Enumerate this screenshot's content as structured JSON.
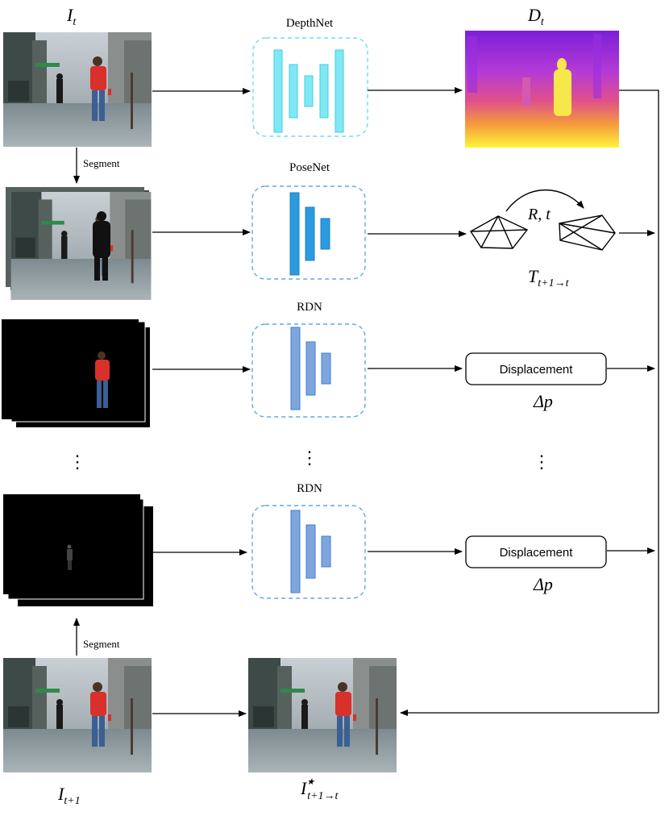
{
  "inputs": {
    "top_label": "I",
    "top_label_sub": "t",
    "bottom_label": "I",
    "bottom_label_sub": "t+1",
    "segment_down": "Segment",
    "segment_up": "Segment"
  },
  "networks": {
    "depth": "DepthNet",
    "pose": "PoseNet",
    "rdn1": "RDN",
    "rdn2": "RDN"
  },
  "outputs": {
    "depth_label": "D",
    "depth_label_sub": "t",
    "pose_rt": "R, t",
    "pose_T": "T",
    "pose_T_sub": "t+1→t",
    "displacement1": "Displacement",
    "delta_p1": "Δp",
    "displacement2": "Displacement",
    "delta_p2": "Δp",
    "result_label": "I",
    "result_star": "★",
    "result_sub": "t+1→t"
  },
  "ellipsis": "⋮",
  "colors": {
    "depthnet": "#7fe8f4",
    "depthnet_border": "#3fcfe0",
    "posenet": "#2b9be0",
    "posenet_border": "#1c7fc0",
    "rdn": "#7fa6dc",
    "rdn_border": "#3d7ed6",
    "scene_sky": "#b7bfc6",
    "person_red": "#d8302a"
  }
}
